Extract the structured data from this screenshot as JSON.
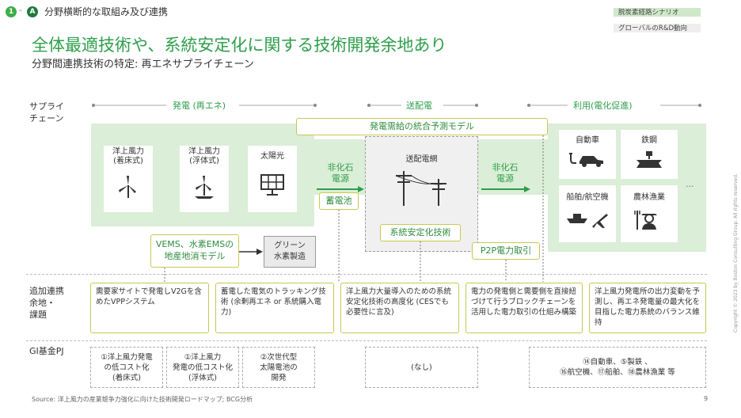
{
  "header": {
    "step_number": "1",
    "step_sep": "-",
    "step_letter": "A",
    "section_title": "分野横断的な取組み及び連携",
    "main_title": "全体最適技術や、系統安定化に関する技術開発余地あり",
    "subtitle": "分野間連携技術の特定: 再エネサプライチェーン"
  },
  "legend": {
    "items": [
      {
        "label": "脱炭素経路シナリオ",
        "color": "#cfe8c9"
      },
      {
        "label": "グローバルのR&D動向",
        "color": "#eeeeee"
      }
    ]
  },
  "rows": {
    "supply_chain": "サプライ\nチェーン",
    "additional": "追加連携\n余地・\n課題",
    "gi": "GI基金PJ"
  },
  "stages": {
    "generation": "発電 (再エネ)",
    "transmission": "送配電",
    "usage": "利用(電化促進)"
  },
  "generation": {
    "items": [
      {
        "label": "洋上風力\n(着床式)",
        "icon": "wind-turbine-icon"
      },
      {
        "label": "洋上風力\n(浮体式)",
        "icon": "floating-wind-icon"
      },
      {
        "label": "太陽光",
        "icon": "solar-panel-icon"
      }
    ]
  },
  "arrows": {
    "left": "非化石\n電源",
    "right": "非化石\n電源"
  },
  "boxes": {
    "forecast": "発電需給の統合予測モデル",
    "battery": "蓄電池",
    "grid": "送配電網",
    "grid_stability": "系統安定化技術",
    "p2p": "P2P電力取引",
    "vems": "VEMS、水素EMSの\n地産地消モデル",
    "green_h2": "グリーン\n水素製造"
  },
  "usage": {
    "items": [
      {
        "label": "自動車",
        "icon": "car-icon"
      },
      {
        "label": "鉄鋼",
        "icon": "steel-icon"
      },
      {
        "label": "船舶/航空機",
        "icon": "ship-plane-icon"
      },
      {
        "label": "農林漁業",
        "icon": "farmer-icon"
      }
    ],
    "more": "..."
  },
  "additional": [
    "需要家サイトで発電しV2Gを含めたVPPシステム",
    "蓄電した電気のトラッキング技術 (余剰再エネ or 系統購入電力)",
    "洋上風力大量導入のための系統安定化技術の高度化 (CESでも必要性に言及)",
    "電力の発電側と需要側を直接紐づけて行うブロックチェーンを活用した電力取引の仕組み構築",
    "洋上風力発電所の出力変動を予測し、再エネ発電量の最大化を目指した電力系統のバランス維持"
  ],
  "gi": [
    "①洋上風力発電\nの低コスト化\n(着床式)",
    "①洋上風力\n発電の低コスト化\n(浮体式)",
    "②次世代型\n太陽電池の\n開発",
    "(なし)",
    "⑭自動車、⑤製鉄 、\n⑯航空機、⑰船舶、⑱農林漁業 等"
  ],
  "footer": {
    "source": "Source: 洋上風力の産業競争力強化に向けた技術開発ロードマップ; BCG分析",
    "page": "9",
    "copyright": "Copyright © 2023 by Boston Consulting Group. All rights reserved."
  },
  "colors": {
    "accent_green": "#2e9e4a",
    "band_green": "#dbeed7",
    "box_border": "#c8c850"
  }
}
